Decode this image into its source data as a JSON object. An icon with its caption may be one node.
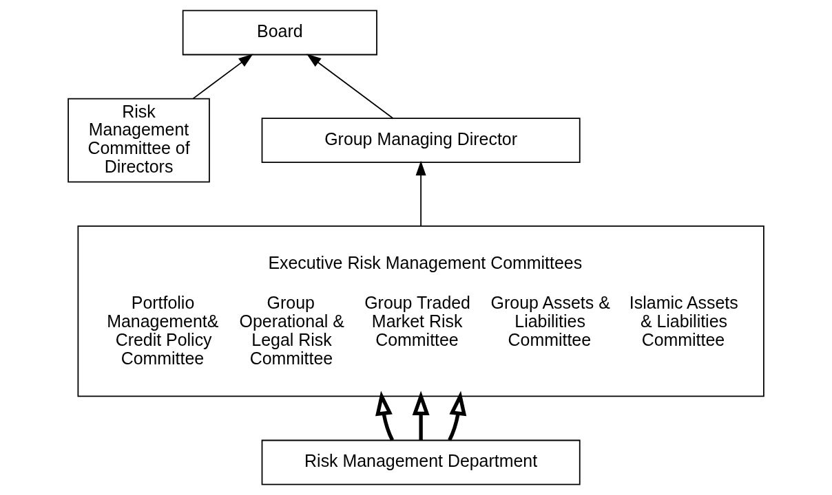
{
  "diagram": {
    "nodes": [
      {
        "text": [
          "Board"
        ]
      },
      {
        "text": [
          "Risk Management Committee of Directors"
        ]
      },
      {
        "text": [
          "Group Managing Director"
        ]
      },
      {
        "text": [
          "Executive Risk Management Committees",
          "Portfolio Management& Credit Policy Committee",
          "Group Operational & Legal Risk Committee",
          "Group Traded Market Risk Committee",
          "Group Assets & Liabilities Committee",
          "Islamic Assets & Liabilities Committee"
        ]
      },
      {
        "text": [
          "Risk Management Department"
        ]
      }
    ],
    "edges": [
      {
        "from": 2,
        "to": 0,
        "arrow": "to"
      },
      {
        "from": 1,
        "to": 0,
        "arrow": "to"
      },
      {
        "from": 3,
        "to": 2,
        "arrow": "to"
      },
      {
        "from": 4,
        "to": 3,
        "arrow": "to",
        "style": "thick"
      },
      {
        "from": 4,
        "to": 3,
        "arrow": "to",
        "style": "thick"
      },
      {
        "from": 4,
        "to": 3,
        "arrow": "to",
        "style": "thick"
      }
    ]
  }
}
